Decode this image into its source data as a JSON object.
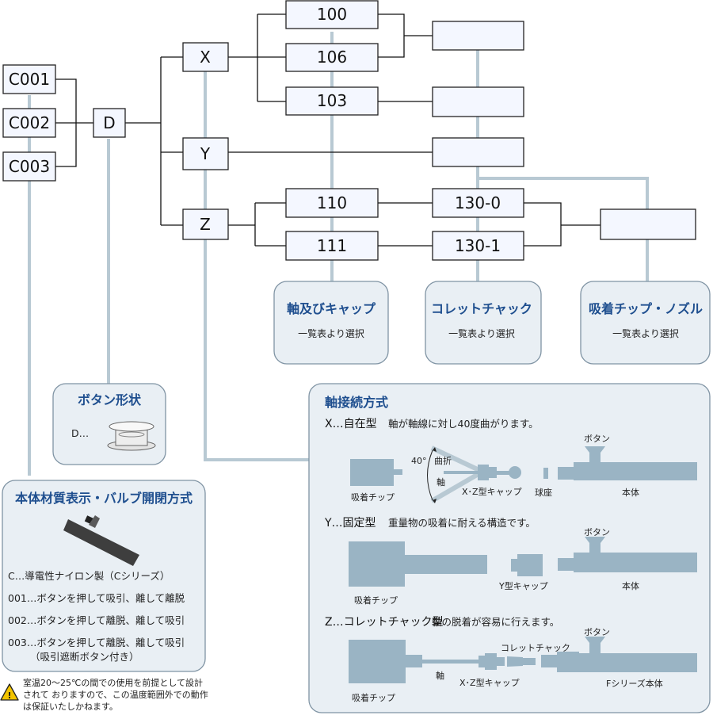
{
  "series_codes": [
    "C001",
    "C002",
    "C003"
  ],
  "button_code": "D",
  "connection_codes": [
    "X",
    "Y",
    "Z"
  ],
  "shaft_codes": [
    "100",
    "106",
    "103",
    "110",
    "111"
  ],
  "collet_codes": [
    "130-0",
    "130-1"
  ],
  "selection_panels": [
    {
      "title": "軸及びキャップ",
      "subtitle": "一覧表より選択"
    },
    {
      "title": "コレットチャック",
      "subtitle": "一覧表より選択"
    },
    {
      "title": "吸着チップ・ノズル",
      "subtitle": "一覧表より選択"
    }
  ],
  "button_panel": {
    "title": "ボタン形状",
    "label": "D…"
  },
  "material_panel": {
    "title": "本体材質表示・バルブ開閉方式",
    "lines": [
      "C…導電性ナイロン製（Cシリーズ）",
      "001…ボタンを押して吸引、離して離脱",
      "002…ボタンを押して離脱、離して吸引",
      "003…ボタンを押して離脱、離して吸引",
      "（吸引遮断ボタン付き）"
    ]
  },
  "warning": {
    "lines": [
      "室温20～25℃の間での使用を前提として設計",
      "されて おりますので、この温度範囲外での動作",
      "は保証いたしかねます。"
    ]
  },
  "connection_panel": {
    "title": "軸接続方式",
    "x": {
      "heading": "X…自在型",
      "desc": "軸が軸線に対し40度曲がります。",
      "angle_label": "40°",
      "bend_label": "曲折",
      "shaft_label": "軸",
      "tip_label": "吸着チップ",
      "cap_label": "X･Z型キャップ",
      "seat_label": "球座",
      "button_label": "ボタン",
      "body_label": "本体"
    },
    "y": {
      "heading": "Y…固定型",
      "desc": "重量物の吸着に耐える構造です。",
      "tip_label": "吸着チップ",
      "cap_label": "Y型キャップ",
      "button_label": "ボタン",
      "body_label": "本体"
    },
    "z": {
      "heading": "Z…コレットチャック型",
      "desc": "軸の脱着が容易に行えます。",
      "collet_label": "コレットチャック",
      "button_label": "ボタン",
      "shaft_label": "軸",
      "cap_label": "X･Z型キャップ",
      "body_label": "Fシリーズ本体",
      "tip_label": "吸着チップ"
    }
  },
  "colors": {
    "box_fill": "#f4f7ff",
    "panel_fill": "#e9eff4",
    "heading": "#1f4f8f",
    "part": "#9ab4c4",
    "connector": "#b8c9d3"
  }
}
